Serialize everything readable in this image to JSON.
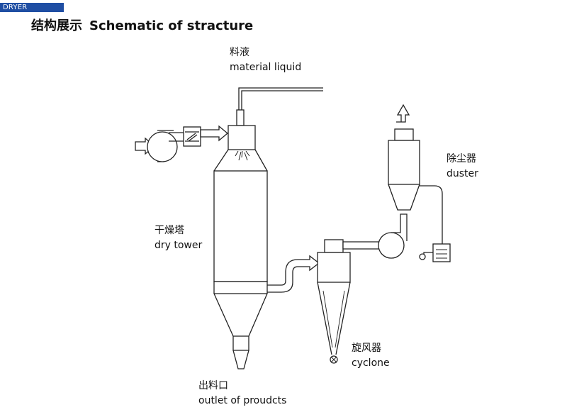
{
  "header": {
    "tag": "DRYER",
    "title_zh": "结构展示",
    "title_en": "Schematic of stracture"
  },
  "labels": {
    "material_liquid": {
      "zh": "料液",
      "en": "material liquid"
    },
    "dry_tower": {
      "zh": "干燥塔",
      "en": "dry tower"
    },
    "duster": {
      "zh": "除尘器",
      "en": "duster"
    },
    "cyclone": {
      "zh": "旋风器",
      "en": "cyclone"
    },
    "outlet": {
      "zh": "出料口",
      "en": "outlet of proudcts"
    }
  }
}
